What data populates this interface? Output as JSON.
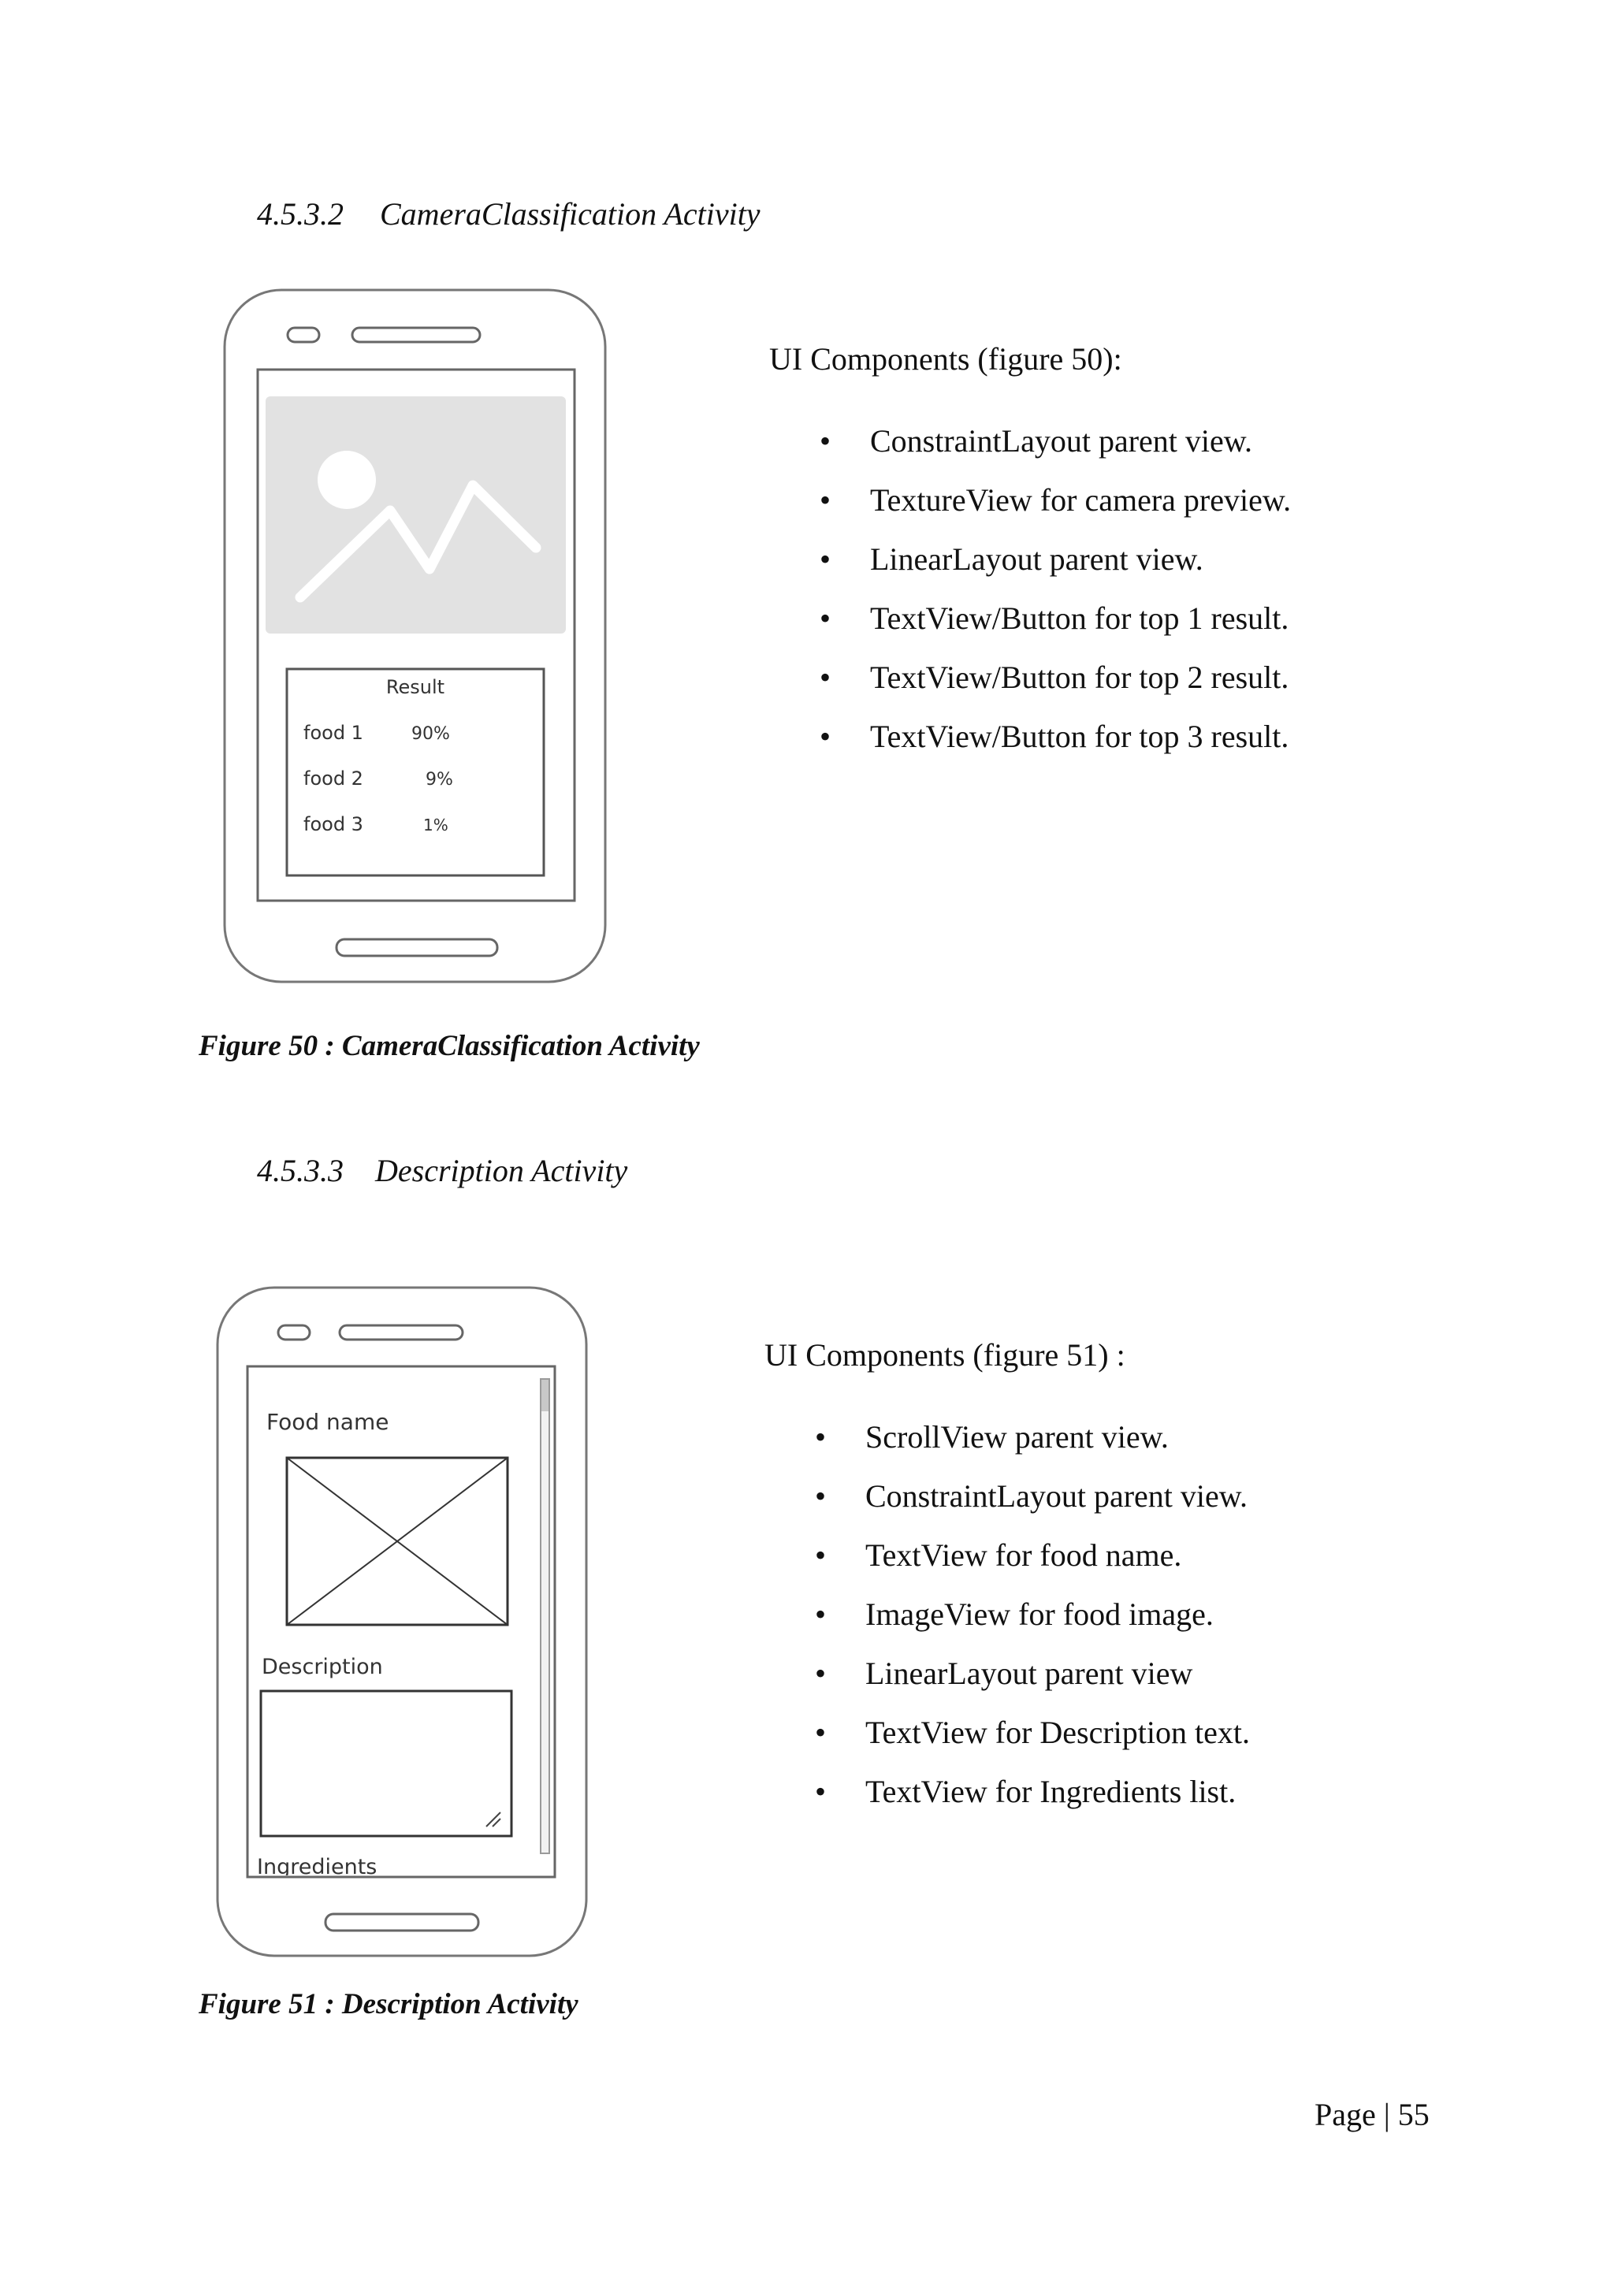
{
  "section_1": {
    "number": "4.5.3.2",
    "title": "CameraClassification Activity",
    "components_title": "UI Components (figure 50):",
    "components": [
      "ConstraintLayout parent view.",
      "TextureView for camera preview.",
      "LinearLayout parent view.",
      "TextView/Button for top 1 result.",
      "TextView/Button for top 2 result.",
      "TextView/Button for top 3 result."
    ],
    "mockup": {
      "result_title": "Result",
      "rows": [
        {
          "label": "food 1",
          "value": "90%"
        },
        {
          "label": "food 2",
          "value": "9%"
        },
        {
          "label": "food 3",
          "value": "1%"
        }
      ]
    },
    "caption": "Figure 50 : CameraClassification Activity"
  },
  "section_2": {
    "number": "4.5.3.3",
    "title": "Description Activity",
    "components_title": "UI Components (figure 51) :",
    "components": [
      "ScrollView parent view.",
      "ConstraintLayout parent view.",
      "TextView for food name.",
      "ImageView for food image.",
      "LinearLayout parent view",
      "TextView for Description text.",
      "TextView for Ingredients list."
    ],
    "mockup": {
      "food_name_label": "Food name",
      "description_label": "Description",
      "ingredients_label": "Ingredients"
    },
    "caption": "Figure 51 : Description Activity"
  },
  "footer": {
    "page": "Page | 55"
  },
  "icons": [
    "image-placeholder-icon",
    "image-placeholder-x-icon",
    "resize-grip-icon"
  ],
  "colors": {
    "sketch_stroke": "#6b6b6b",
    "placeholder_fill": "#e2e2e2"
  }
}
